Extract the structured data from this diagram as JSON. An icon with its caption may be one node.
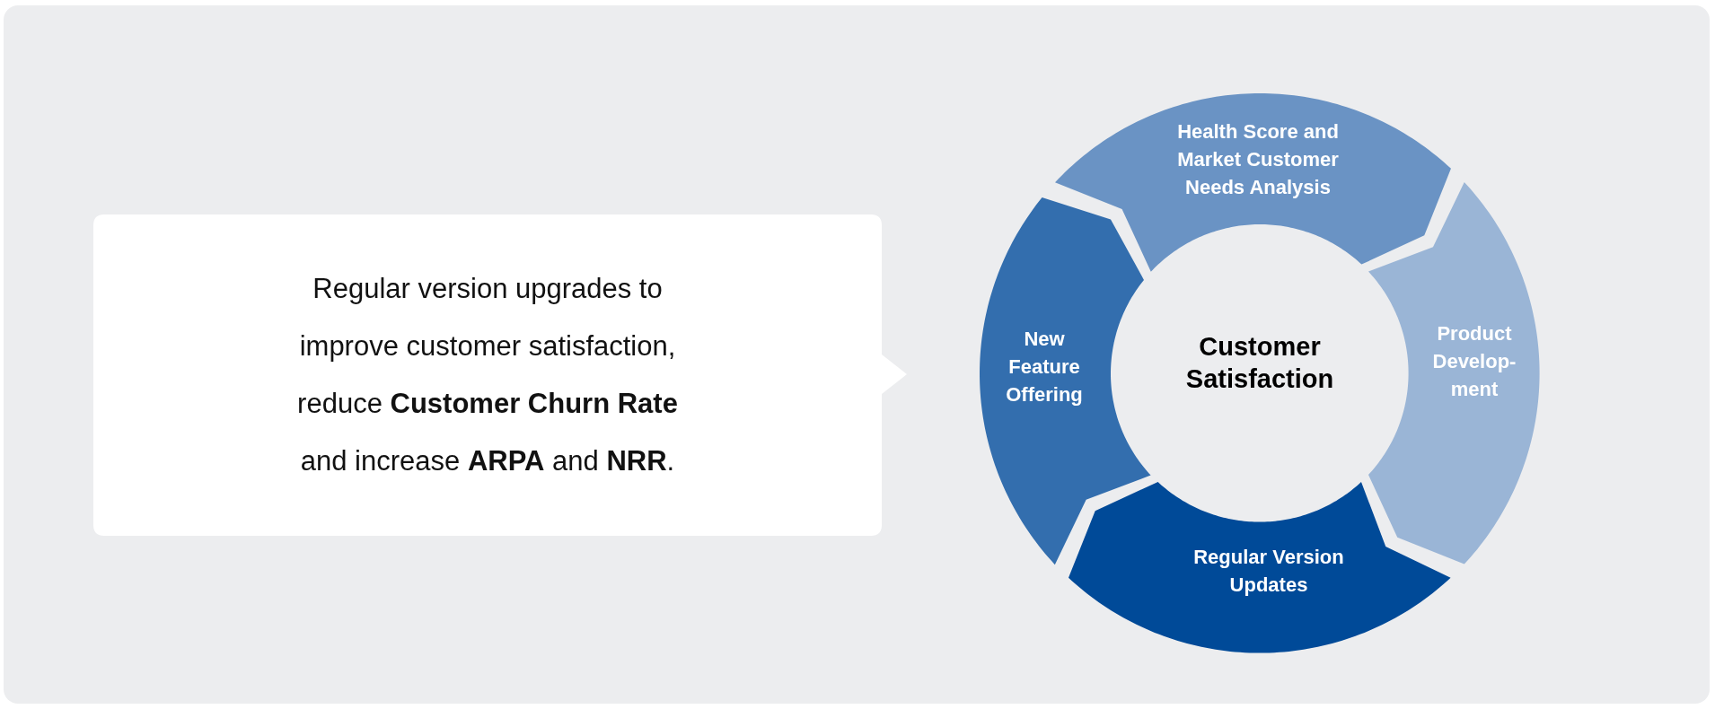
{
  "diagram": {
    "nodes": [
      {
        "text": [
          "Regular version upgrades to improve customer satisfaction, reduce **Customer Churn Rate** and increase **ARPA** and **NRR**."
        ]
      },
      {
        "text": [
          "Customer Satisfaction"
        ]
      },
      {
        "text": [
          "Health Score and Market Customer Needs Analysis"
        ]
      },
      {
        "text": [
          "Product Develop- ment"
        ]
      },
      {
        "text": [
          "Regular Version Updates"
        ]
      },
      {
        "text": [
          "New Feature Offering"
        ]
      }
    ]
  }
}
